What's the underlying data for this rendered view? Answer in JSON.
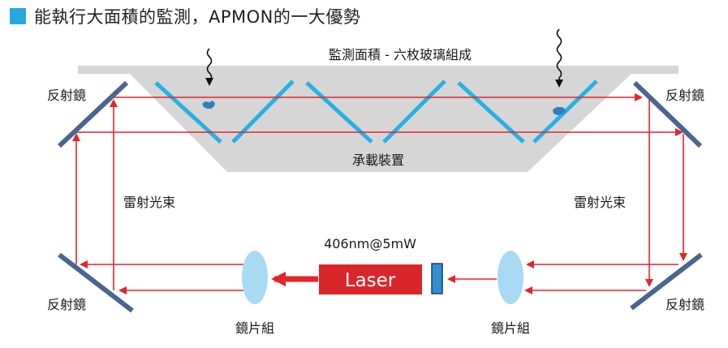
{
  "title": "能執行大面積的監測，APMON的一大優勢",
  "labels": {
    "inspection_area": "監測面積 - 六枚玻璃組成",
    "carrier": "承載裝置",
    "mirror_top_left": "反射鏡",
    "mirror_top_right": "反射鏡",
    "mirror_bottom_left": "反射鏡",
    "mirror_bottom_right": "反射鏡",
    "beam_left": "雷射光束",
    "beam_right": "雷射光束",
    "laser_spec": "406nm@5mW",
    "laser": "Laser",
    "lens_left": "鏡片組",
    "lens_right": "鏡片組"
  },
  "colors": {
    "accent": "#29a8e0",
    "beam": "#e3242b",
    "laser_box": "#d9262b",
    "glass": "#27b1e6",
    "mirror": "#4a6690",
    "lens": "#a9daf3",
    "carrier": "#d6d6d6",
    "detector": "#2f8fd0",
    "particle": "#2f7fc0"
  },
  "icons": [
    "wavy-arrow-icon",
    "particle-icon"
  ]
}
